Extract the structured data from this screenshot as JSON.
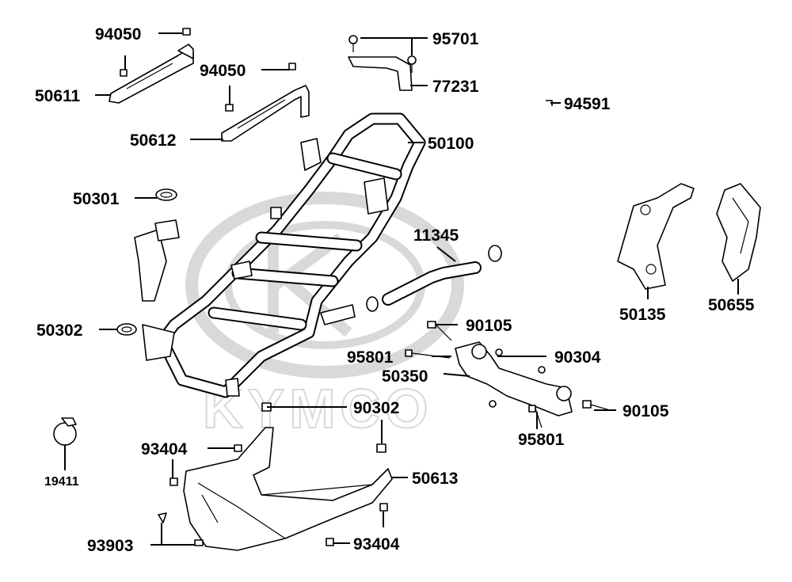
{
  "watermark": {
    "brand": "KYMCO"
  },
  "labels": [
    {
      "id": "94050-a",
      "text": "94050"
    },
    {
      "id": "95701",
      "text": "95701"
    },
    {
      "id": "94050-b",
      "text": "94050"
    },
    {
      "id": "77231",
      "text": "77231"
    },
    {
      "id": "50611",
      "text": "50611"
    },
    {
      "id": "94591",
      "text": "94591"
    },
    {
      "id": "50612",
      "text": "50612"
    },
    {
      "id": "50100",
      "text": "50100"
    },
    {
      "id": "50301",
      "text": "50301"
    },
    {
      "id": "11345",
      "text": "11345"
    },
    {
      "id": "50135",
      "text": "50135"
    },
    {
      "id": "50655",
      "text": "50655"
    },
    {
      "id": "50302",
      "text": "50302"
    },
    {
      "id": "90105-a",
      "text": "90105"
    },
    {
      "id": "95801-a",
      "text": "95801"
    },
    {
      "id": "90304",
      "text": "90304"
    },
    {
      "id": "50350",
      "text": "50350"
    },
    {
      "id": "90302",
      "text": "90302"
    },
    {
      "id": "90105-b",
      "text": "90105"
    },
    {
      "id": "95801-b",
      "text": "95801"
    },
    {
      "id": "93404-a",
      "text": "93404"
    },
    {
      "id": "19411",
      "text": "19411"
    },
    {
      "id": "50613",
      "text": "50613"
    },
    {
      "id": "93903",
      "text": "93903"
    },
    {
      "id": "93404-b",
      "text": "93404"
    }
  ]
}
